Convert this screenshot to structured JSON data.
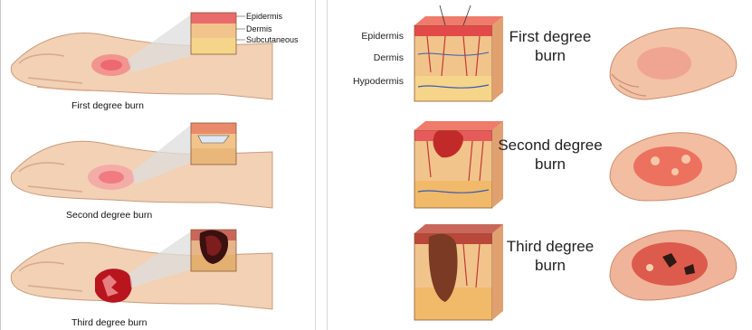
{
  "left": {
    "layer_labels": [
      "Epidermis",
      "Dermis",
      "Subcutaneous"
    ],
    "captions": [
      "First degree burn",
      "Second degree burn",
      "Third degree burn"
    ]
  },
  "right": {
    "layer_labels": [
      "Epidermis",
      "Dermis",
      "Hypodermis"
    ],
    "titles": [
      {
        "line1": "First degree",
        "line2": "burn"
      },
      {
        "line1": "Second degree",
        "line2": "burn"
      },
      {
        "line1": "Third degree",
        "line2": "burn"
      }
    ]
  },
  "colors": {
    "skin": "#f2d1b5",
    "skin_shadow": "#d9a889",
    "burn_red": "#e8364a",
    "epidermis": "#e9a08a",
    "dermis": "#f1c48c",
    "fat": "#f5d58a"
  }
}
